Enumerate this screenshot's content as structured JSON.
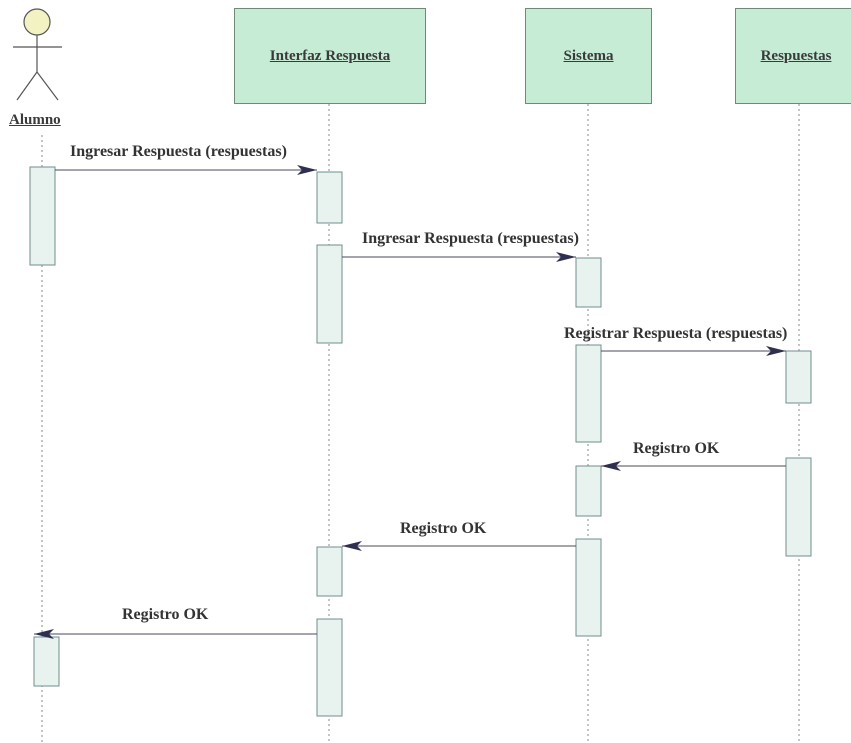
{
  "actor": {
    "label": "Alumno"
  },
  "participants": [
    {
      "label": "Interfaz Respuesta"
    },
    {
      "label": "Sistema"
    },
    {
      "label": "Respuestas"
    }
  ],
  "messages": [
    {
      "label": "Ingresar Respuesta (respuestas)"
    },
    {
      "label": "Ingresar Respuesta (respuestas)"
    },
    {
      "label": "Registrar Respuesta (respuestas)"
    },
    {
      "label": "Registro OK"
    },
    {
      "label": "Registro OK"
    },
    {
      "label": "Registro OK"
    }
  ],
  "colors": {
    "participant_fill": "#c6ecd6",
    "activation_fill": "#e8f2ee",
    "actor_head": "#f2f2c2",
    "arrow": "#2f2f4f"
  }
}
